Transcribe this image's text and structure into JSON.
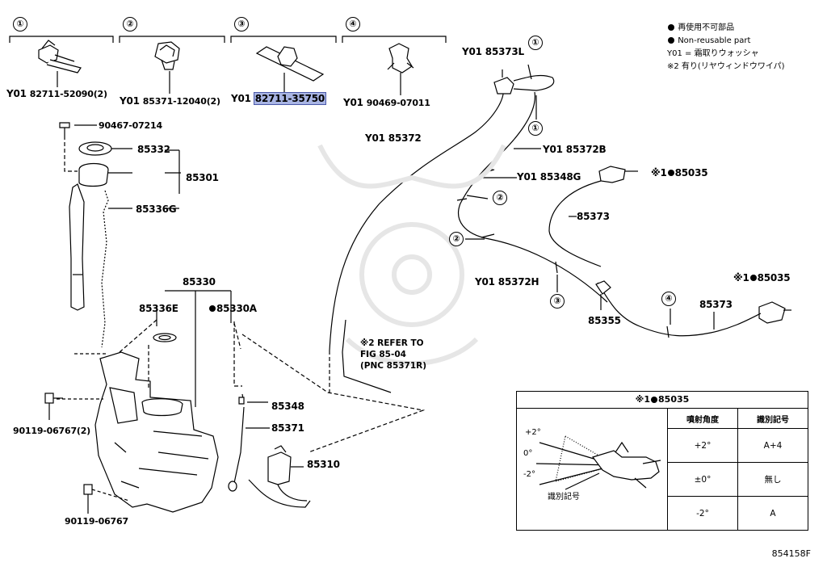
{
  "groups": [
    {
      "num": "①",
      "prefix": "Y01",
      "part": "82711-52090(2)"
    },
    {
      "num": "②",
      "prefix": "Y01",
      "part": "85371-12040(2)"
    },
    {
      "num": "③",
      "prefix": "Y01",
      "part": "82711-35750"
    },
    {
      "num": "④",
      "prefix": "Y01",
      "part": "90469-07011"
    }
  ],
  "legend": {
    "line1": "再使用不可部品",
    "line2": "Non-reusable part",
    "line3": "Y01 = 霜取りウォッシャ",
    "line4": "※2 有り(リヤウィンドウワイパ)"
  },
  "labels": {
    "p90467": "90467-07214",
    "p85332": "85332",
    "p85301": "85301",
    "p85336g": "85336G",
    "p85330": "85330",
    "p85336e": "85336E",
    "p85330a": "85330A",
    "p85348": "85348",
    "p85371": "85371",
    "p85310": "85310",
    "p90119a": "90119-06767(2)",
    "p90119b": "90119-06767",
    "y01": "Y01",
    "p85373l": "85373L",
    "p85372": "85372",
    "p85372b": "85372B",
    "p85348g": "85348G",
    "p85035a": "85035",
    "p85373a": "85373",
    "p85035b": "85035",
    "p85372h": "85372H",
    "p85355": "85355",
    "p85373b": "85373",
    "ref1": "※2 REFER TO",
    "ref2": "FIG 85-04",
    "ref3": "(PNC 85371R)",
    "mark1": "※1",
    "fig_id": "854158F"
  },
  "callouts": {
    "c1": "①",
    "c2": "②",
    "c3": "③",
    "c4": "④"
  },
  "table": {
    "title_mark": "※1",
    "title_part": "85035",
    "col1": "噴射角度",
    "col2": "識別記号",
    "rows": [
      {
        "angle": "+2°",
        "code": "A+4"
      },
      {
        "angle": "±0°",
        "code": "無し"
      },
      {
        "angle": "-2°",
        "code": "A"
      }
    ],
    "fig_plus": "+2°",
    "fig_zero": "0°",
    "fig_minus": "-2°",
    "fig_caption": "識別記号"
  }
}
